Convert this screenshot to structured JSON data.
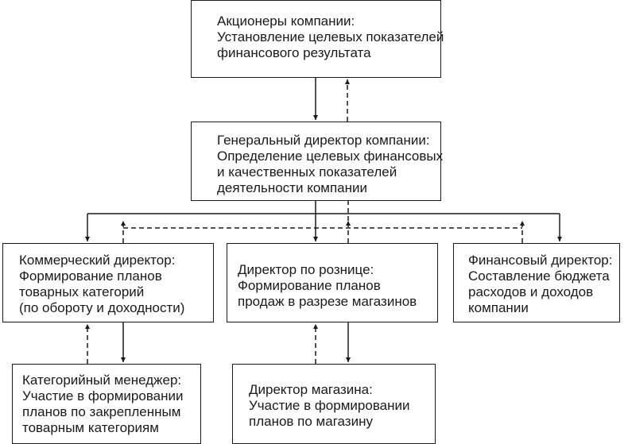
{
  "boxes": {
    "shareholders": "Акционеры компании:\nУстановление целевых показателей\nфинансового результата",
    "general_director": "Генеральный директор компании:\nОпределение целевых финансовых\nи качественных показателей\nдеятельности компании",
    "commercial_director": "Коммерческий директор:\nФормирование планов\nтоварных категорий\n(по обороту и доходности)",
    "retail_director": "Директор по рознице:\nФормирование планов\nпродаж в разрезе магазинов",
    "financial_director": "Финансовый директор:\nСоставление бюджета\nрасходов и доходов\nкомпании",
    "category_manager": "Категорийный менеджер:\nУчастие в формировании\nпланов по закрепленным\nтоварным категориям",
    "store_director": "Директор магазина:\nУчастие в формировании\nпланов по магазину"
  },
  "colors": {
    "line": "#1a1a1a",
    "background": "#ffffff"
  }
}
